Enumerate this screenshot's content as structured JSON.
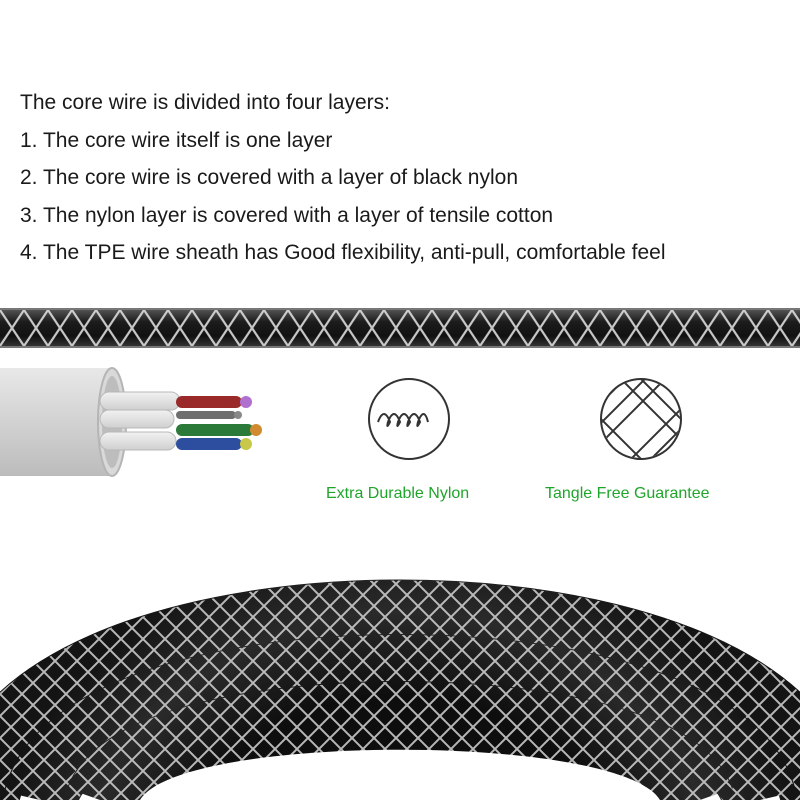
{
  "intro": {
    "heading": "The core wire is divided into four layers:",
    "items": [
      "1. The core wire itself is one layer",
      "2. The core wire is covered with a layer of black nylon",
      "3. The nylon layer is covered with a layer of tensile cotton",
      "4. The TPE wire sheath has Good flexibility, anti-pull, comfortable feel"
    ]
  },
  "features": [
    {
      "label": "Extra Durable Nylon",
      "icon": "coil-spring-icon"
    },
    {
      "label": "Tangle Free Guarantee",
      "icon": "woven-grid-icon"
    }
  ],
  "colors": {
    "text": "#1a1a1a",
    "caption": "#1fa52a",
    "braid_dark": "#1e1e1e",
    "braid_light": "#d8d8d8",
    "sheath": "#cfcfcf"
  }
}
